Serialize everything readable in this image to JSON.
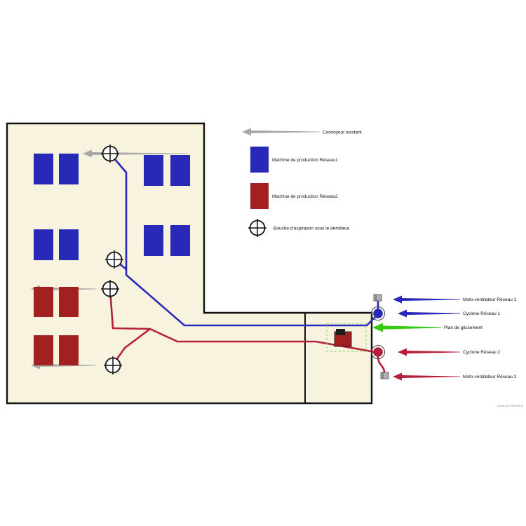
{
  "legend": {
    "conveyor_label": "Convoyeur existant",
    "machine_reseau1_label": "Machine de production Réseau1",
    "machine_reseau2_label": "Machine de production Réseau2",
    "bouche_label": "Bouche d'aspiration sous le démêleur"
  },
  "callouts": {
    "moto_ventilateur_1": "Moto-ventilateur Réseau 1",
    "cyclone_1": "Cyclone Réseau 1",
    "plan_de_glissement": "Plan de glissement",
    "cyclone_2": "Cyclone Réseau 2",
    "moto_ventilateur_2": "Moto-ventilateur Réseau 2"
  },
  "watermark": "www.archifacile.fr",
  "colors": {
    "reseau1": "#2929b8",
    "reseau2_line": "#b51f3a",
    "machine2": "#a32020",
    "conveyor": "#a8a8a8",
    "plan_fill": "#f8f3df",
    "wall": "#111111",
    "green": "#33cc11",
    "fan": "#b0b0b0"
  }
}
